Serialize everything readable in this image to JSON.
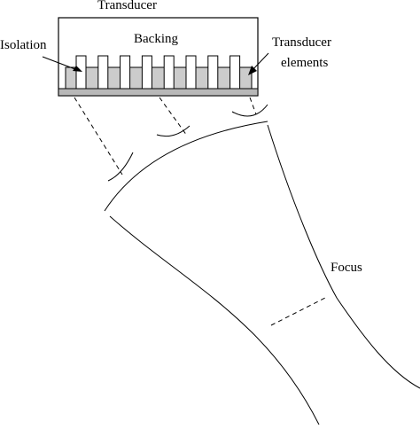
{
  "labels": {
    "transducer": "Transducer",
    "backing": "Backing",
    "isolation": "Isolation",
    "transducer_elements_line1": "Transducer",
    "transducer_elements_line2": "elements",
    "focus": "Focus"
  },
  "elements": {
    "count": 8
  },
  "colors": {
    "stroke": "#000000",
    "element_fill": "#ffffff",
    "isolation_fill": "#cccccc",
    "matching_layer_fill": "#b8b8b8",
    "background": "#ffffff"
  }
}
